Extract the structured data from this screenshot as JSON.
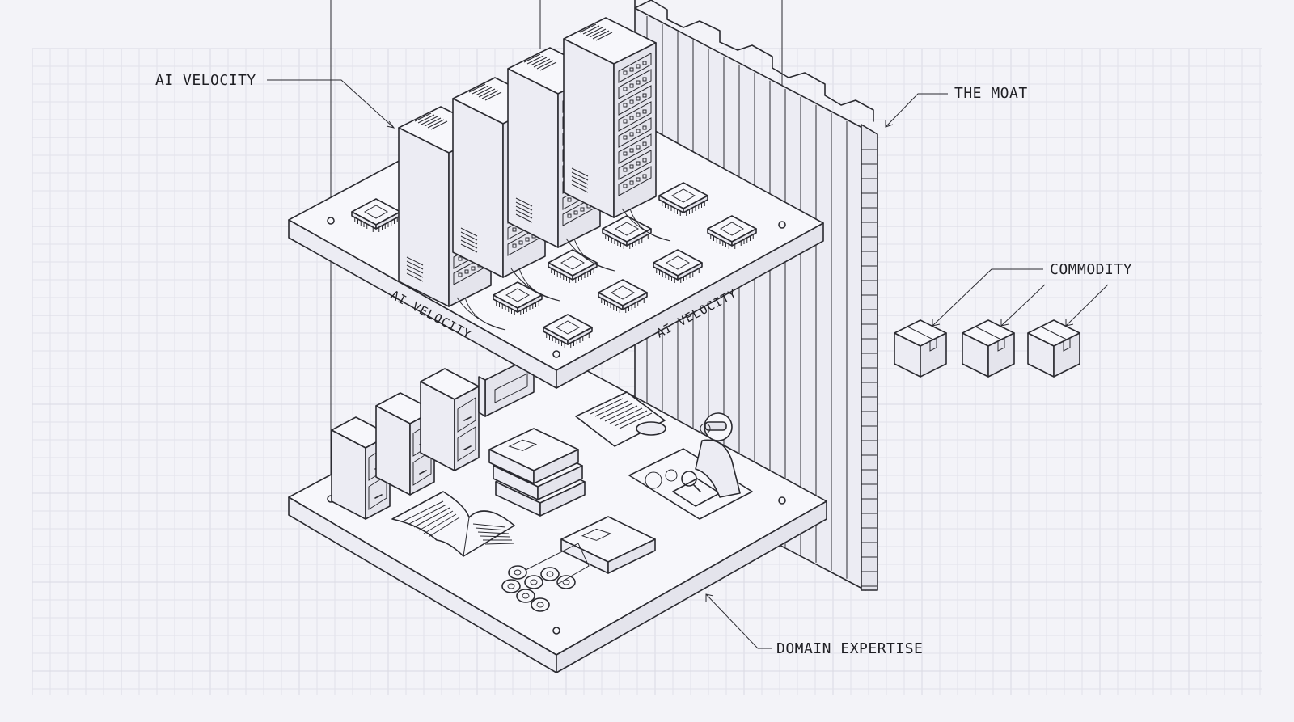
{
  "labels": {
    "ai_velocity_callout": "AI VELOCITY",
    "the_moat": "THE MOAT",
    "commodity": "COMMODITY",
    "domain_expertise": "DOMAIN EXPERTISE",
    "top_edge_left": "AI VELOCITY",
    "top_edge_right": "AI VELOCITY"
  },
  "colors": {
    "background": "#f3f3f8",
    "ink": "#2a2a30",
    "grid": "#e2e2ea"
  },
  "icons": {
    "server_racks": "server-rack-icon",
    "chips": "microchip-icon",
    "boxes": "cardboard-box-icon",
    "cabinets": "filing-cabinet-icon",
    "books": "book-icon",
    "scrolls": "scroll-icon",
    "expert": "inspector-figure-icon",
    "wall": "castle-wall-icon"
  }
}
